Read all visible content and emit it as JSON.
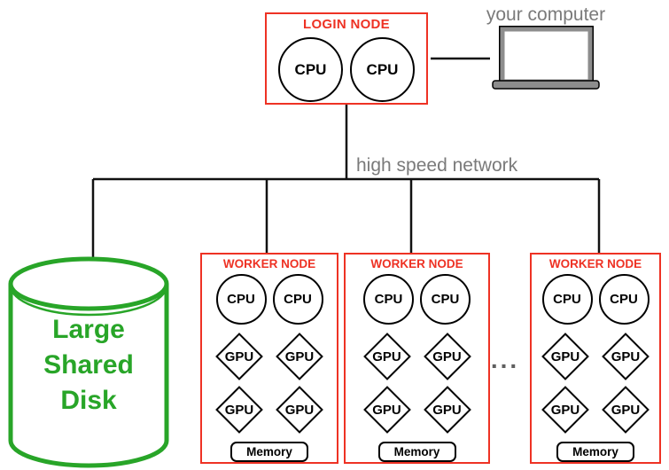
{
  "colors": {
    "red": "#ee3224",
    "green": "#28a528",
    "gray_text": "#7a7a7a",
    "line_black": "#111111",
    "laptop_gray": "#8d8d8d",
    "dots_gray": "#5f5f5f"
  },
  "login_node": {
    "title": "LOGIN NODE",
    "cpus": [
      "CPU",
      "CPU"
    ]
  },
  "computer": {
    "label": "your computer",
    "icon": "laptop-icon"
  },
  "network": {
    "label": "high speed network"
  },
  "disk": {
    "label": "Large\nShared\nDisk",
    "icon": "disk-cylinder-icon"
  },
  "ellipsis": "...",
  "workers": [
    {
      "title": "WORKER NODE",
      "cpus": [
        "CPU",
        "CPU"
      ],
      "gpus": [
        "GPU",
        "GPU",
        "GPU",
        "GPU"
      ],
      "memory": "Memory"
    },
    {
      "title": "WORKER NODE",
      "cpus": [
        "CPU",
        "CPU"
      ],
      "gpus": [
        "GPU",
        "GPU",
        "GPU",
        "GPU"
      ],
      "memory": "Memory"
    },
    {
      "title": "WORKER NODE",
      "cpus": [
        "CPU",
        "CPU"
      ],
      "gpus": [
        "GPU",
        "GPU",
        "GPU",
        "GPU"
      ],
      "memory": "Memory"
    }
  ]
}
